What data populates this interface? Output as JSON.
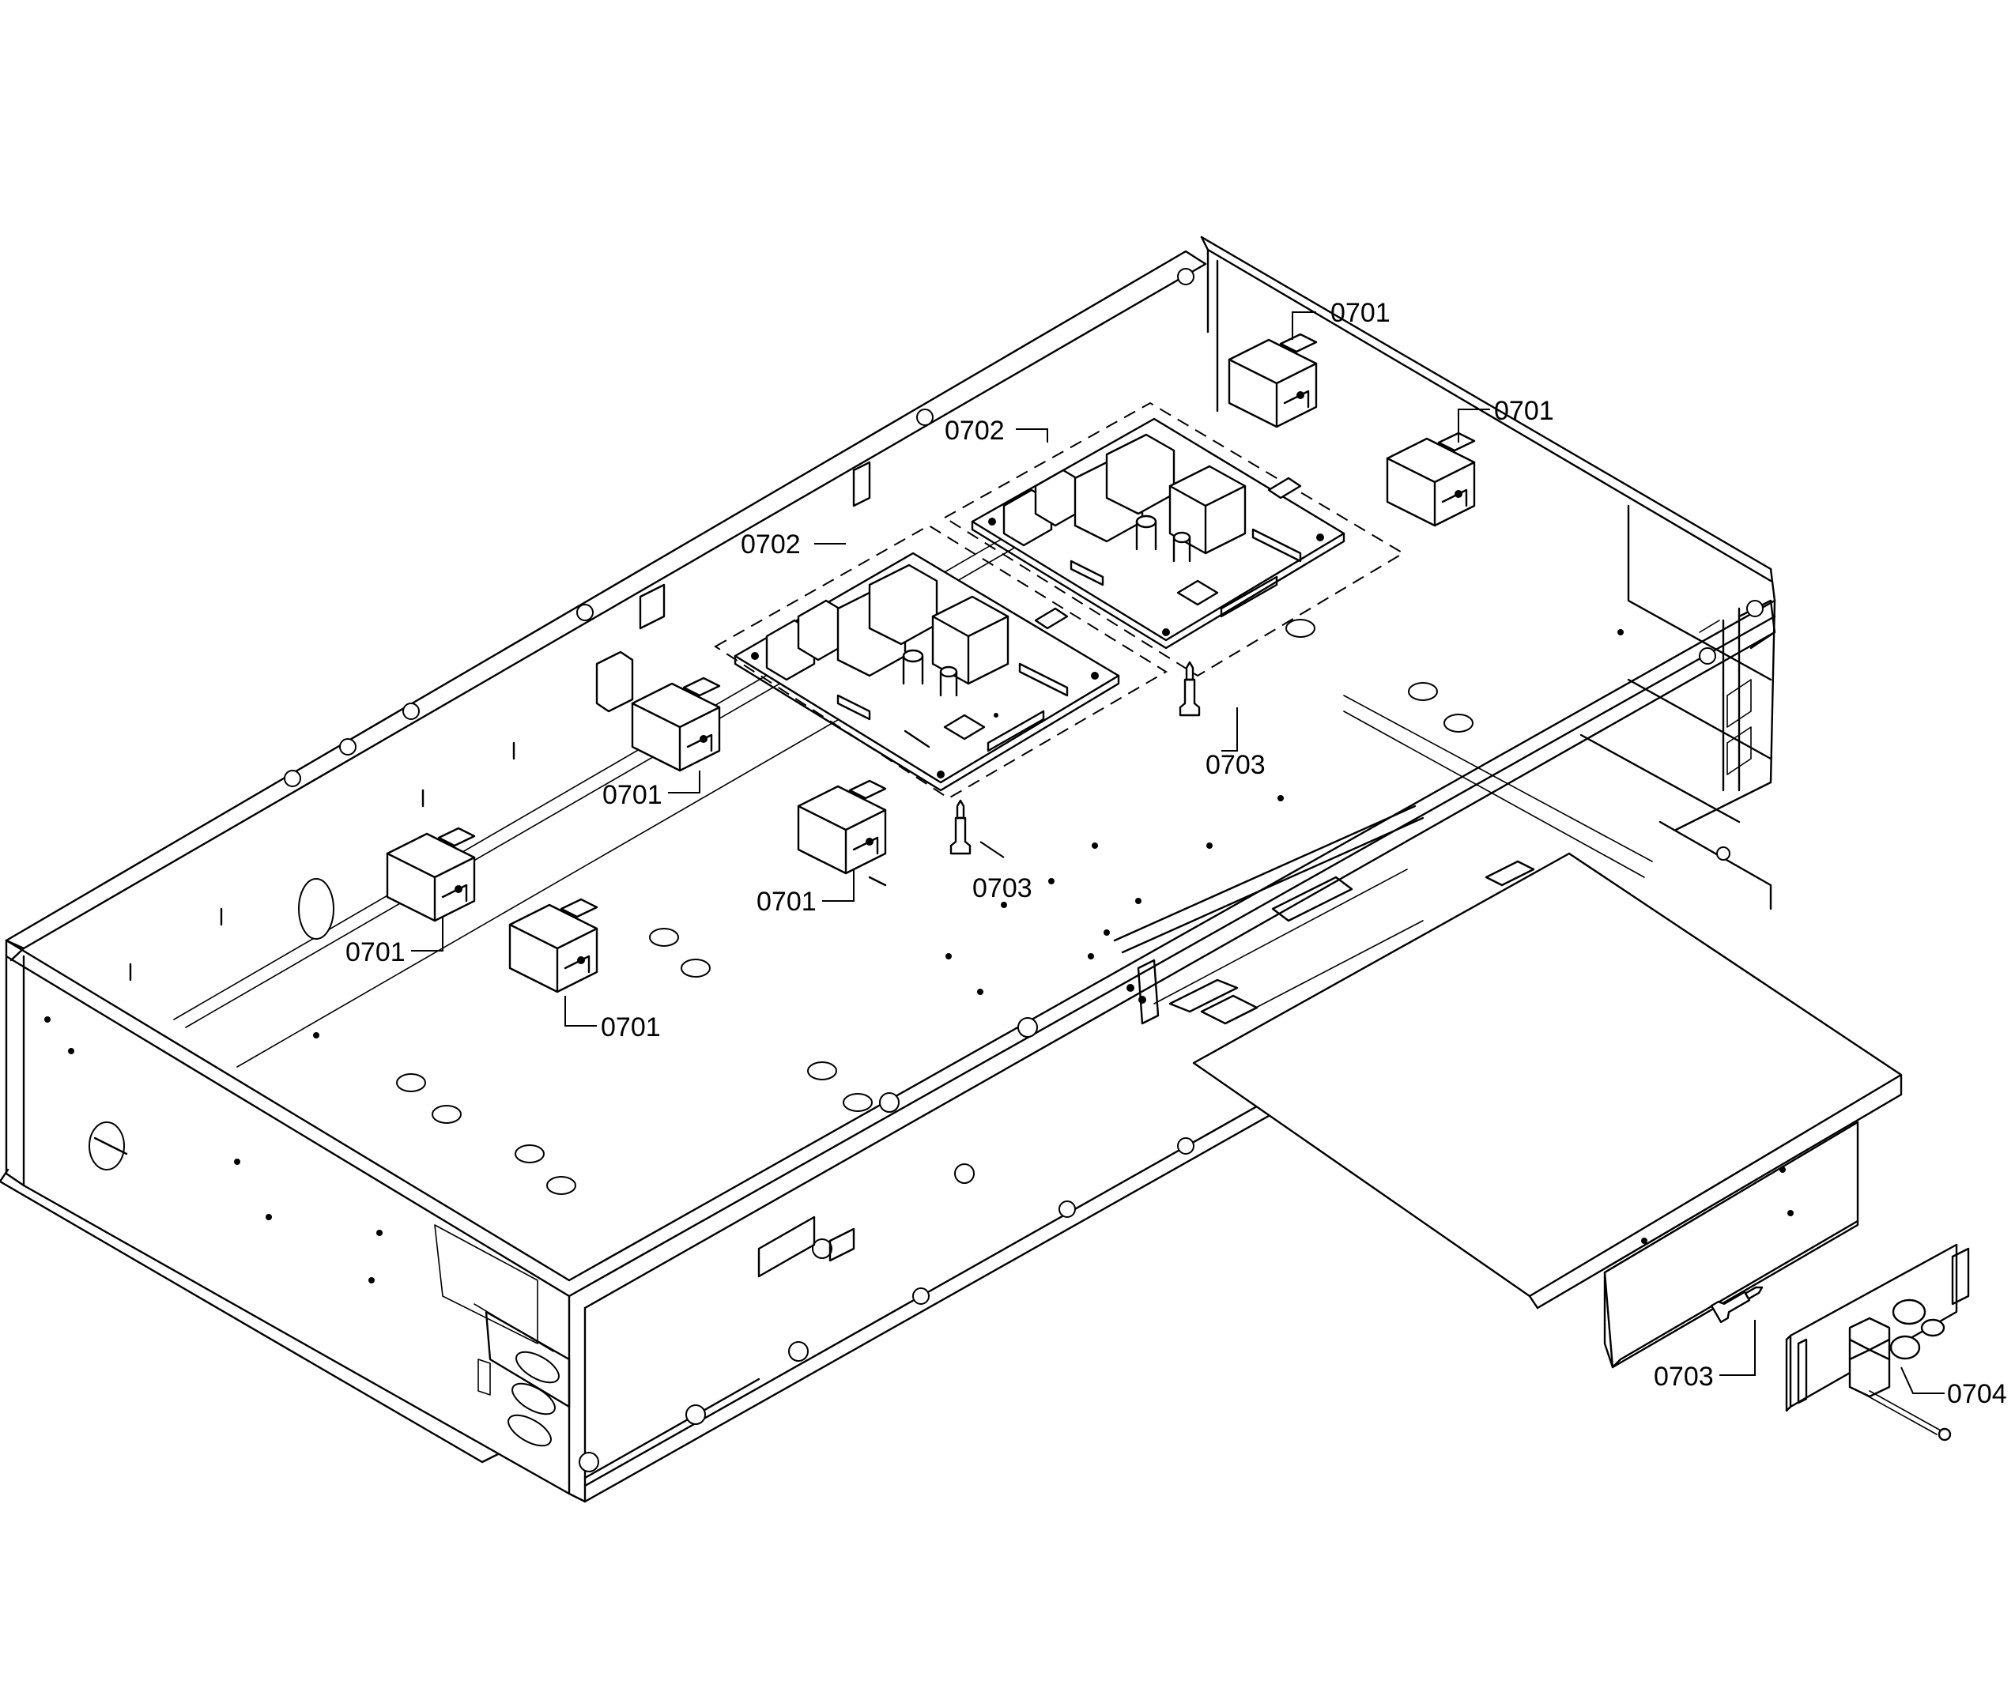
{
  "callouts": [
    {
      "id": "c1",
      "label": "0701"
    },
    {
      "id": "c2",
      "label": "0701"
    },
    {
      "id": "c3",
      "label": "0702"
    },
    {
      "id": "c4",
      "label": "0702"
    },
    {
      "id": "c5",
      "label": "0701"
    },
    {
      "id": "c6",
      "label": "0703"
    },
    {
      "id": "c7",
      "label": "0701"
    },
    {
      "id": "c8",
      "label": "0703"
    },
    {
      "id": "c9",
      "label": "0701"
    },
    {
      "id": "c10",
      "label": "0701"
    },
    {
      "id": "c11",
      "label": "0703"
    },
    {
      "id": "c12",
      "label": "0704"
    }
  ]
}
